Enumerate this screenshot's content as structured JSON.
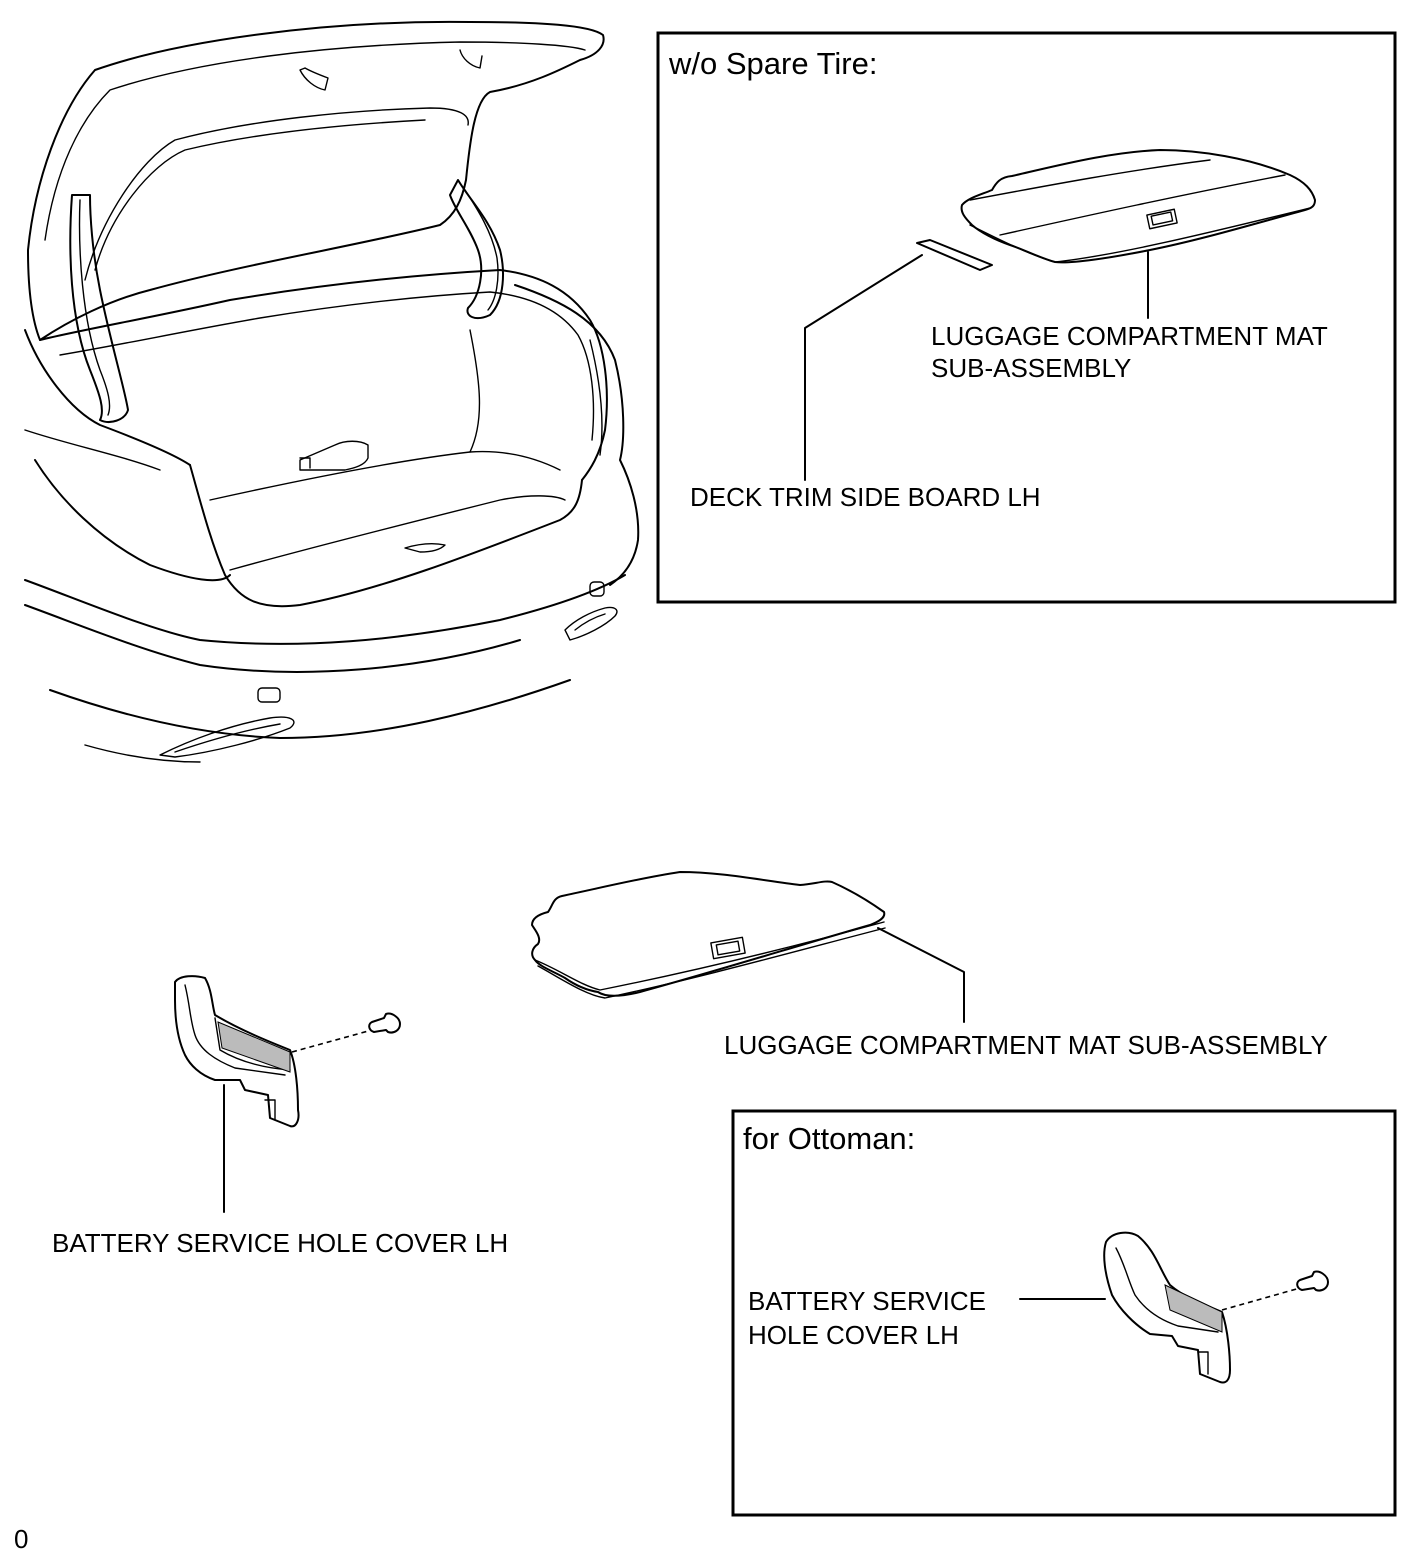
{
  "panels": {
    "no_spare_tire": {
      "title": "w/o Spare Tire:",
      "mat_label_line1": "LUGGAGE COMPARTMENT MAT",
      "mat_label_line2": "SUB-ASSEMBLY",
      "side_board_label": "DECK TRIM SIDE BOARD LH"
    },
    "ottoman": {
      "title": "for Ottoman:",
      "cover_label_line1": "BATTERY SERVICE",
      "cover_label_line2": "HOLE COVER LH"
    }
  },
  "main": {
    "mat_label": "LUGGAGE COMPARTMENT MAT SUB-ASSEMBLY",
    "cover_label": "BATTERY SERVICE HOLE COVER LH"
  },
  "figure_code": "0"
}
